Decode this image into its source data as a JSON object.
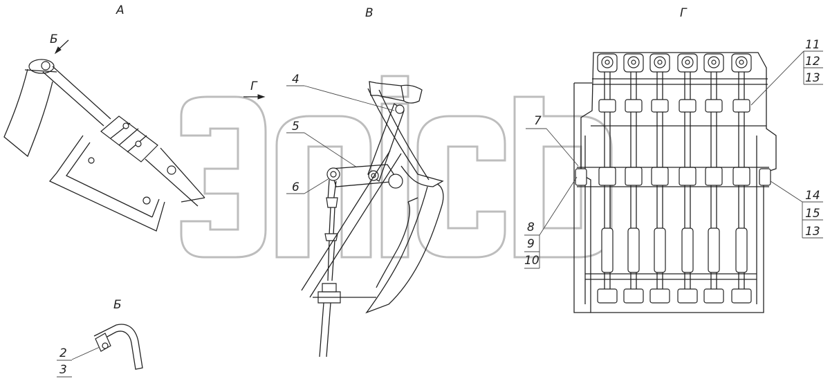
{
  "views": {
    "a": "А",
    "b": "Б",
    "v": "В",
    "g": "Г"
  },
  "arrows": {
    "b": "Б",
    "g": "Г"
  },
  "callouts": {
    "c2": "2",
    "c3": "3",
    "c4": "4",
    "c5": "5",
    "c6": "6",
    "c7": "7",
    "c8": "8",
    "c9": "9",
    "c10": "10",
    "c11": "11",
    "c12": "12",
    "c13a": "13",
    "c14": "14",
    "c15": "15",
    "c13b": "13"
  },
  "watermark": "элсб",
  "colors": {
    "line": "#222222",
    "watermark_stroke": "#bdbdbd",
    "background": "#ffffff"
  }
}
